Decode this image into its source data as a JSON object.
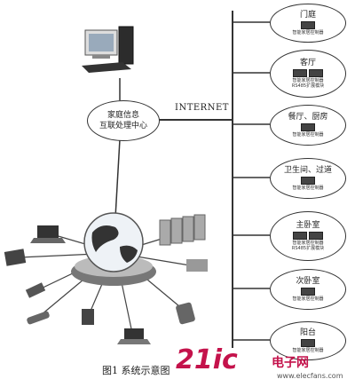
{
  "hub": {
    "line1": "家庭信息",
    "line2": "互联处理中心"
  },
  "internet_label": "INTERNET",
  "rooms": [
    {
      "title": "门庭",
      "controller": "智能家居控制器",
      "expansion": ""
    },
    {
      "title": "客厅",
      "controller": "智能家居控制器",
      "expansion": "RS485扩展模块"
    },
    {
      "title": "餐厅、厨房",
      "controller": "智能家居控制器",
      "expansion": ""
    },
    {
      "title": "卫生间、过道",
      "controller": "智能家居控制器",
      "expansion": ""
    },
    {
      "title": "主卧室",
      "controller": "智能家居控制器",
      "expansion": "RS485扩展模块"
    },
    {
      "title": "次卧室",
      "controller": "智能家居控制器",
      "expansion": ""
    },
    {
      "title": "阳台",
      "controller": "智能家居控制器",
      "expansion": ""
    }
  ],
  "caption": "图1  系统示意图",
  "watermark": {
    "brand": "21ic",
    "cn": "电子网",
    "url": "www.elecfans.com"
  },
  "colors": {
    "line": "#333333",
    "watermark": "#c4124b"
  }
}
